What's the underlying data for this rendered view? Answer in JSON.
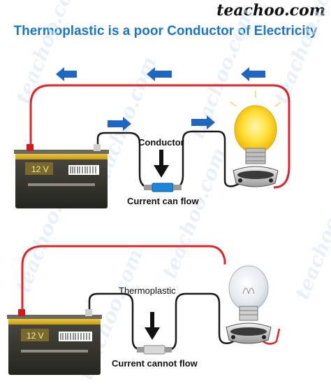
{
  "brand": "teachoo.com",
  "title": "Thermoplastic is a poor Conductor of Electricity",
  "watermark_text": "teachoo.com",
  "colors": {
    "title": "#1c76c8",
    "arrow": "#1f66c2",
    "wire_red": "#e0242a",
    "wire_black": "#1a1a1a",
    "bulb_on": "#ffd21e",
    "bulb_off": "#e4e9ee",
    "battery": "#3a3a33"
  },
  "circuits": [
    {
      "id": "conductor",
      "battery_voltage": "12 V",
      "material_label": "Conductor",
      "status_label": "Current can flow",
      "bulb_state": "on",
      "current_arrows": true
    },
    {
      "id": "thermoplastic",
      "battery_voltage": "12 V",
      "material_label": "Thermoplastic",
      "status_label": "Current cannot flow",
      "bulb_state": "off",
      "current_arrows": false
    }
  ]
}
